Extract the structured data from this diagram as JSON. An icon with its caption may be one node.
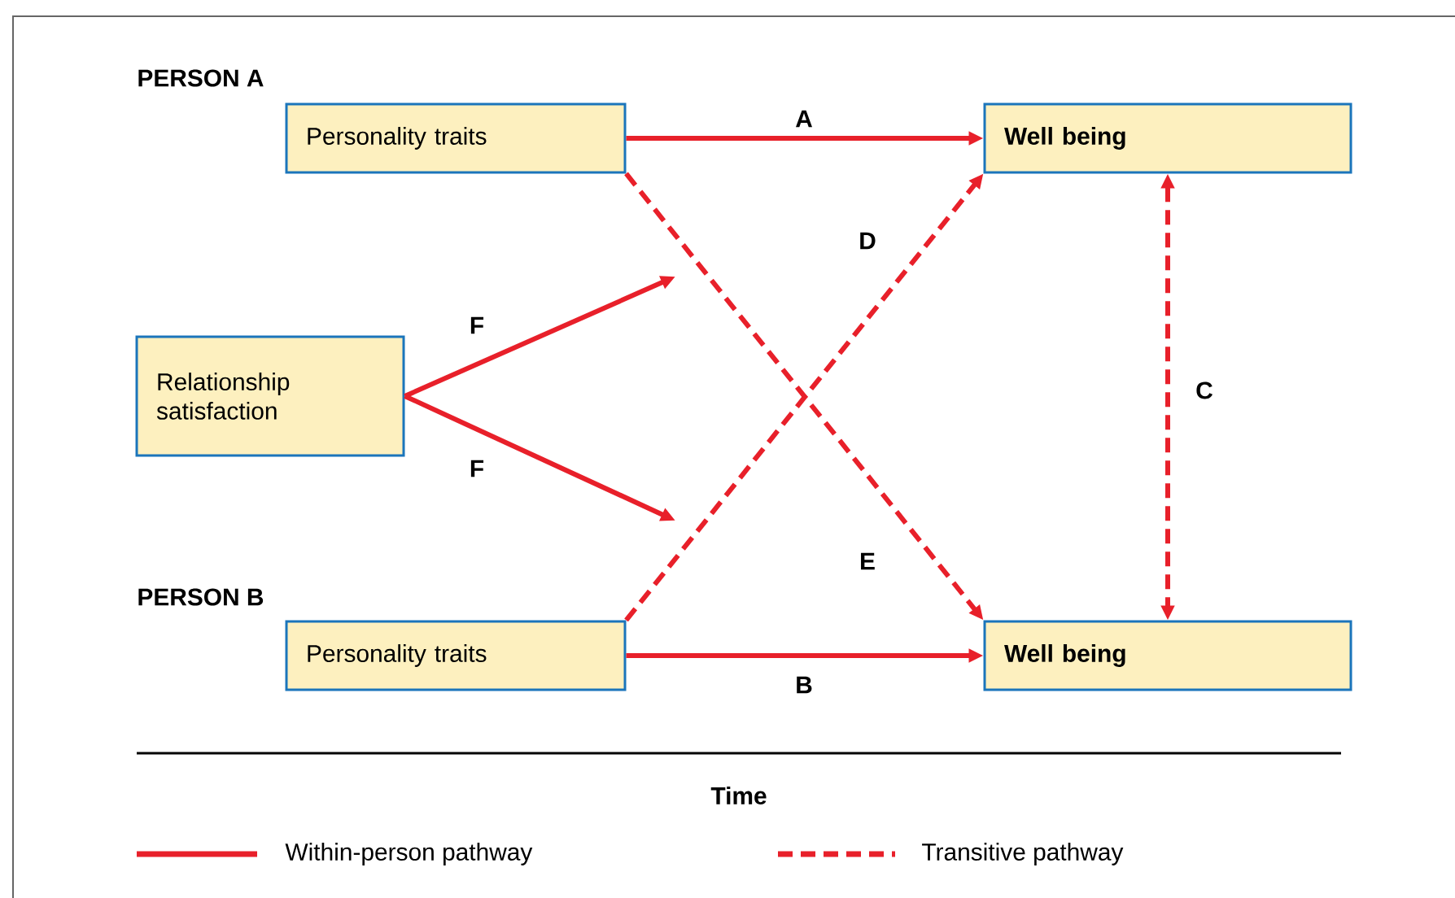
{
  "diagram": {
    "nodes": [
      {
        "text": [
          "Personality traits"
        ]
      },
      {
        "text": [
          "**Well being**"
        ]
      },
      {
        "text": [
          "Relationship satisfaction"
        ]
      },
      {
        "text": [
          "Personality traits"
        ]
      },
      {
        "text": [
          "**Well being**"
        ]
      }
    ],
    "edges": [
      {
        "from": 0,
        "to": 1,
        "arrow": "to",
        "label": "A"
      },
      {
        "from": 3,
        "to": 4,
        "arrow": "to",
        "label": "B"
      },
      {
        "from": 1,
        "to": 4,
        "arrow": "both",
        "label": "C",
        "style": "dashed"
      },
      {
        "from": 3,
        "to": 1,
        "arrow": "to",
        "label": "D",
        "style": "dashed"
      },
      {
        "from": 0,
        "to": 4,
        "arrow": "to",
        "label": "E",
        "style": "dashed"
      },
      {
        "from": 2,
        "to": null,
        "arrow": "to",
        "label": "F"
      },
      {
        "from": 2,
        "to": null,
        "arrow": "to",
        "label": "F"
      }
    ],
    "labels": [
      "PERSON A",
      "PERSON B",
      "Time"
    ],
    "legend": [
      {
        "text": "Within-person pathway"
      },
      {
        "text": "Transitive pathway"
      }
    ]
  }
}
